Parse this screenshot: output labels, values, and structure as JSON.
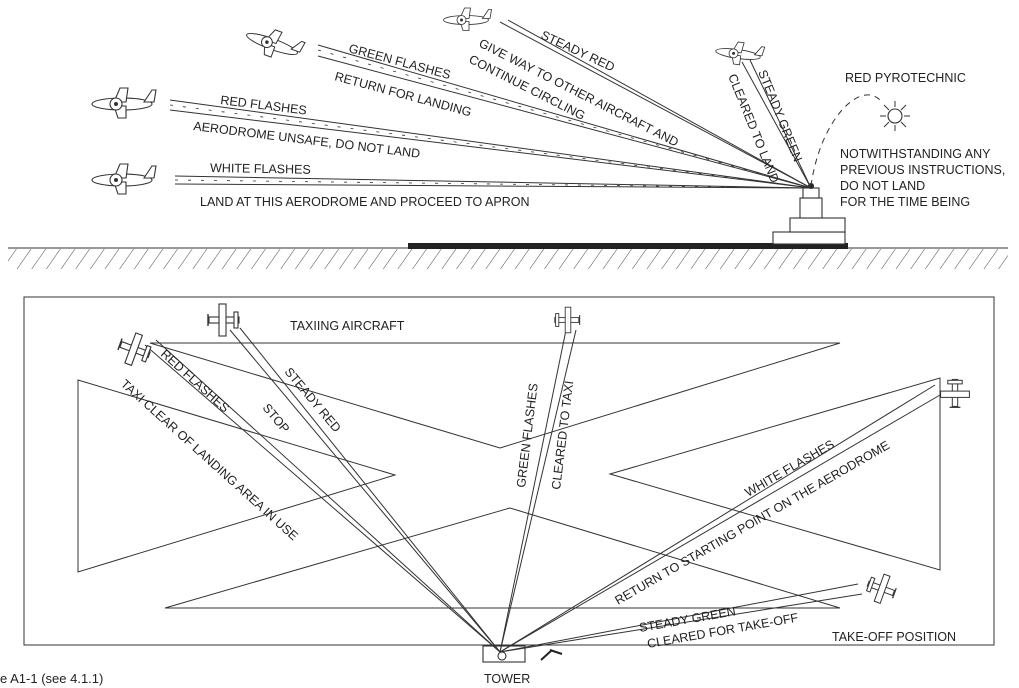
{
  "flight_signals": {
    "green_flashes": "GREEN FLASHES",
    "return_for_landing": "RETURN FOR LANDING",
    "steady_red": "STEADY RED",
    "give_way": "GIVE WAY TO OTHER AIRCRAFT AND",
    "continue_circling": "CONTINUE CIRCLING",
    "red_flashes": "RED FLASHES",
    "aerodrome_unsafe": "AERODROME UNSAFE, DO NOT LAND",
    "white_flashes": "WHITE FLASHES",
    "land_proceed_apron": "LAND AT THIS AERODROME AND PROCEED TO APRON",
    "steady_green": "STEADY GREEN",
    "cleared_to_land": "CLEARED TO LAND",
    "red_pyrotechnic": "RED PYROTECHNIC",
    "pyro_meaning": [
      "NOTWITHSTANDING ANY",
      "PREVIOUS INSTRUCTIONS,",
      "DO NOT LAND",
      "FOR THE TIME BEING"
    ]
  },
  "ground_signals": {
    "taxiing_aircraft": "TAXIING AIRCRAFT",
    "red_flashes": "RED FLASHES",
    "taxi_clear": "TAXI CLEAR OF LANDING AREA IN USE",
    "steady_red": "STEADY RED",
    "stop": "STOP",
    "green_flashes": "GREEN FLASHES",
    "cleared_to_taxi": "CLEARED TO TAXI",
    "white_flashes": "WHITE FLASHES",
    "return_to_start": "RETURN TO STARTING POINT ON THE AERODROME",
    "steady_green": "STEADY GREEN",
    "cleared_takeoff": "CLEARED FOR TAKE-OFF",
    "takeoff_position": "TAKE-OFF POSITION",
    "tower": "TOWER"
  },
  "caption": "e A1-1 (see 4.1.1)"
}
